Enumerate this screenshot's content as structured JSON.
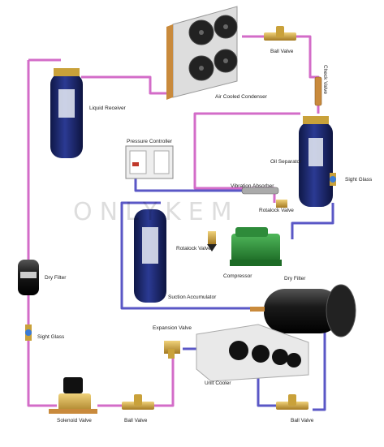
{
  "watermark": "ONLYKEM",
  "labels": {
    "ball_valve_top": "Ball Valve",
    "check_valve": "Check Valve",
    "air_cooled_condenser": "Air Cooled Condenser",
    "liquid_receiver": "Liquid Receiver",
    "oil_separator": "Oil Separator",
    "pressure_controller": "Pressure Controller",
    "vibration_absorber": "Vibration Absorber",
    "rotalock_valve_right": "Rotalock Valve",
    "sight_glass_right": "Sight Glass",
    "dry_filter_left": "Dry Filter",
    "rotalock_valve_left": "Rotalock Valve",
    "compressor": "Compressor",
    "dry_filter_right": "Dry Filter",
    "suction_accumulator": "Suction Accumulator",
    "sight_glass_left": "Sight Glass",
    "expansion_valve": "Expansion Valve",
    "unit_cooler": "Unit Cooler",
    "solenoid_valve": "Solenoid Valve",
    "ball_valve_bottom": "Ball Valve",
    "ball_valve_bottom_right": "Ball Valve"
  },
  "colors": {
    "high_pressure_line": "#d36cc8",
    "low_pressure_line": "#5a57c6",
    "tank_blue": "#1e2a6e",
    "compressor_green": "#2e8b3a",
    "copper": "#c98a3c",
    "brass": "#c9a13a"
  }
}
